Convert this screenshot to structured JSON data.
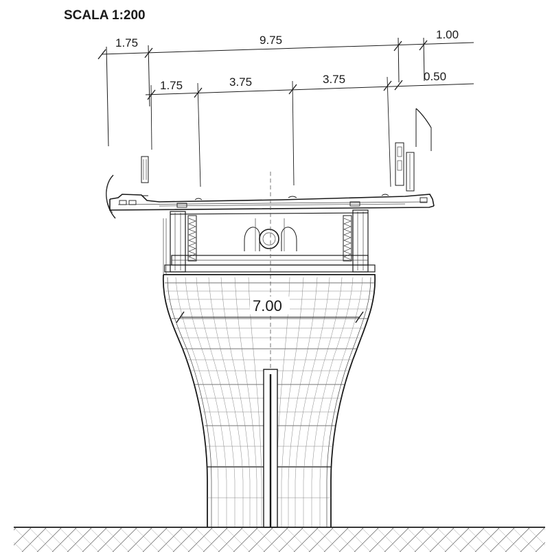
{
  "title": "SCALA 1:200",
  "dimensions": {
    "top_left": "1.75",
    "top_main": "9.75",
    "top_right": "1.00",
    "lane_left": "1.75",
    "lane_1": "3.75",
    "lane_2": "3.75",
    "lane_right": "0.50",
    "pier_width": "7.00"
  }
}
